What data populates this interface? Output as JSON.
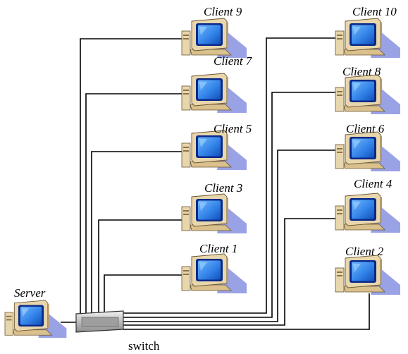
{
  "server": {
    "label": "Server",
    "icon": "computer-icon"
  },
  "switch": {
    "label": "switch",
    "icon": "network-switch-icon"
  },
  "clients": [
    {
      "id": "client-9",
      "label": "Client 9"
    },
    {
      "id": "client-10",
      "label": "Client 10"
    },
    {
      "id": "client-7",
      "label": "Client 7"
    },
    {
      "id": "client-8",
      "label": "Client 8"
    },
    {
      "id": "client-5",
      "label": "Client 5"
    },
    {
      "id": "client-6",
      "label": "Client 6"
    },
    {
      "id": "client-3",
      "label": "Client 3"
    },
    {
      "id": "client-4",
      "label": "Client 4"
    },
    {
      "id": "client-1",
      "label": "Client 1"
    },
    {
      "id": "client-2",
      "label": "Client 2"
    }
  ],
  "colors": {
    "monitor_body": "#e8d6ad",
    "monitor_shade": "#b89a66",
    "screen": "#2f7fe6",
    "screen_dark": "#0a2a8a",
    "shadow": "#9aa2e6",
    "switch_body": "#c9c9c9",
    "wire": "#000000"
  }
}
